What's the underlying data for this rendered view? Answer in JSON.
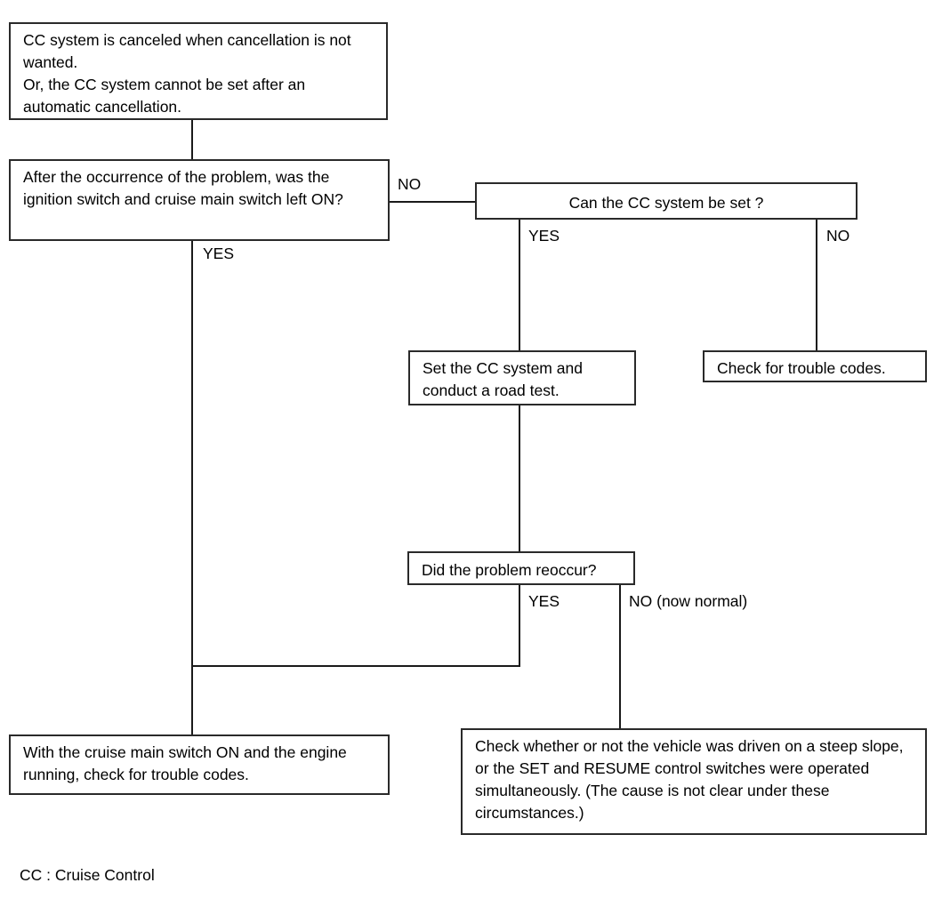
{
  "diagram": {
    "title": "Cruise Control troubleshooting flowchart",
    "accent_color": "#2a2a2a",
    "background_color": "#ffffff",
    "nodes": {
      "symptom": "CC system is canceled when cancellation is not wanted.\nOr, the CC system cannot be set after an automatic cancellation.",
      "q_ignition": "After the occurrence of the problem, was the ignition switch and cruise main switch left ON?",
      "q_can_set": "Can the CC system be set ?",
      "set_and_road_test": "Set the CC system and conduct a road test.",
      "check_trouble_codes": "Check for trouble codes.",
      "q_reoccur": "Did the problem reoccur?",
      "cruise_main_on_check": "With the cruise main switch ON and the engine running, check for trouble codes.",
      "steep_slope_check": "Check whether or not the vehicle was driven on a steep slope, or the SET and RESUME control switches were operated simultaneously. (The cause is not clear under these circumstances.)"
    },
    "edge_labels": {
      "ignition_no": "NO",
      "ignition_yes": "YES",
      "can_set_yes": "YES",
      "can_set_no": "NO",
      "reoccur_yes": "YES",
      "reoccur_no": "NO (now normal)"
    },
    "footnote": "CC : Cruise Control"
  }
}
